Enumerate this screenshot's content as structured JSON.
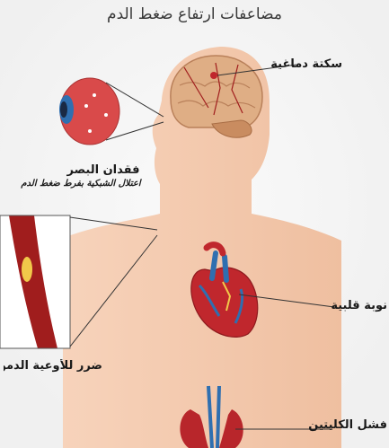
{
  "title": "مضاعفات ارتفاع ضغط الدم",
  "labels": {
    "stroke": "سكتة دماغية",
    "vision_loss": "فقدان البصر",
    "vision_sub": "اعتلال الشبكية بفرط ضغط الدم",
    "heart_attack": "نوبة قلبية",
    "vessel_damage": "ضرر للأوعية الدموية",
    "kidney": "فشل الكليتين"
  },
  "colors": {
    "skin": "#f4c9ad",
    "skin_shadow": "#eab597",
    "brain": "#d9a27a",
    "artery": "#a01d1d",
    "plaque": "#f1c94a",
    "eye": "#d94a4a",
    "heart_red": "#c0272d",
    "heart_blue": "#2f6fb0",
    "kidney": "#b8262b",
    "line": "#333333"
  },
  "icons": [
    "brain-illustration",
    "eye-icon",
    "artery-illustration",
    "heart-illustration",
    "kidney-illustration"
  ]
}
